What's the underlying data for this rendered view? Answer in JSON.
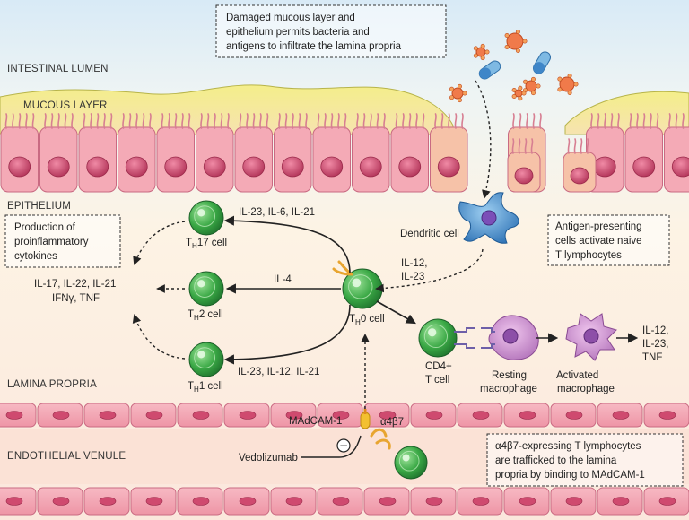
{
  "regions": {
    "lumen": "INTESTINAL LUMEN",
    "mucous": "MUCOUS LAYER",
    "epithelium": "EPITHELIUM",
    "lamina": "LAMINA PROPRIA",
    "venule": "ENDOTHELIAL VENULE"
  },
  "notes": {
    "damaged": [
      "Damaged mucous layer and",
      "epithelium permits bacteria and",
      "antigens to infiltrate the lamina propria"
    ],
    "production": [
      "Production of",
      "proinflammatory",
      "cytokines"
    ],
    "apc": [
      "Antigen-presenting",
      "cells activate naive",
      "T lymphocytes"
    ],
    "trafficking": [
      "α4β7-expressing T lymphocytes",
      "are trafficked to the lamina",
      "propria by binding to MAdCAM-1"
    ]
  },
  "cells": {
    "dendritic": "Dendritic cell",
    "th17": {
      "main": "T",
      "sub": "H",
      "rest": "17 cell"
    },
    "th2": {
      "main": "T",
      "sub": "H",
      "rest": "2 cell"
    },
    "th1": {
      "main": "T",
      "sub": "H",
      "rest": "1 cell"
    },
    "th0": {
      "main": "T",
      "sub": "H",
      "rest": "0 cell"
    },
    "cd4": [
      "CD4+",
      "T cell"
    ],
    "resting": [
      "Resting",
      "macrophage"
    ],
    "activated": [
      "Activated",
      "macrophage"
    ]
  },
  "cytokines": {
    "to_th17": "IL-23, IL-6, IL-21",
    "to_th2": "IL-4",
    "to_th1": "IL-23, IL-12, IL-21",
    "dendritic_signal": [
      "IL-12,",
      "IL-23"
    ],
    "outputs": [
      "IL-17, IL-22, IL-21",
      "IFNγ, TNF"
    ],
    "macrophage_out": [
      "IL-12,",
      "IL-23,",
      "TNF"
    ]
  },
  "molecules": {
    "madcam": "MAdCAM-1",
    "integrin": "α4β7",
    "drug": "Vedolizumab",
    "inhibit": "−"
  },
  "colors": {
    "lumen_top": "#dcecf6",
    "mucus": "#f3ea7a",
    "epithelial": "#f4aab6",
    "nucleus": "#d64f72",
    "t_cell": "#3aa845",
    "dendritic": "#3f86c8",
    "macrophage": "#c985c9",
    "venule": "#f3a6b4"
  }
}
